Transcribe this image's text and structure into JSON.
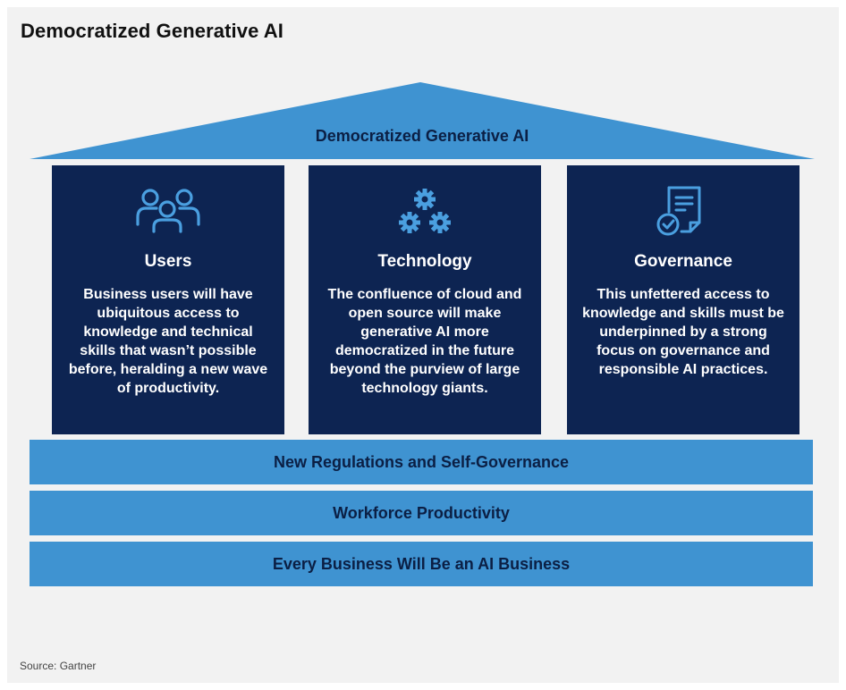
{
  "title": "Democratized Generative AI",
  "roof": {
    "label": "Democratized Generative AI"
  },
  "pillars": [
    {
      "icon": "users-group-icon",
      "title": "Users",
      "text": "Business users will have ubiquitous access to knowledge and technical skills that wasn’t possible before, heralding a new wave of productivity."
    },
    {
      "icon": "gears-icon",
      "title": "Technology",
      "text": "The confluence of cloud and open source will make generative AI more democratized in the future beyond the purview of large technology giants."
    },
    {
      "icon": "document-check-icon",
      "title": "Governance",
      "text": "This unfettered access to knowledge and skills must be underpinned by a strong focus on governance and responsible AI practices."
    }
  ],
  "foundations": [
    "New Regulations and Self-Governance",
    "Workforce Productivity",
    "Every Business Will Be an AI Business"
  ],
  "source": "Source: Gartner",
  "colors": {
    "light_blue": "#3f93d1",
    "dark_navy": "#0d2452",
    "icon_blue": "#4a9fe0",
    "background": "#f2f2f2"
  }
}
